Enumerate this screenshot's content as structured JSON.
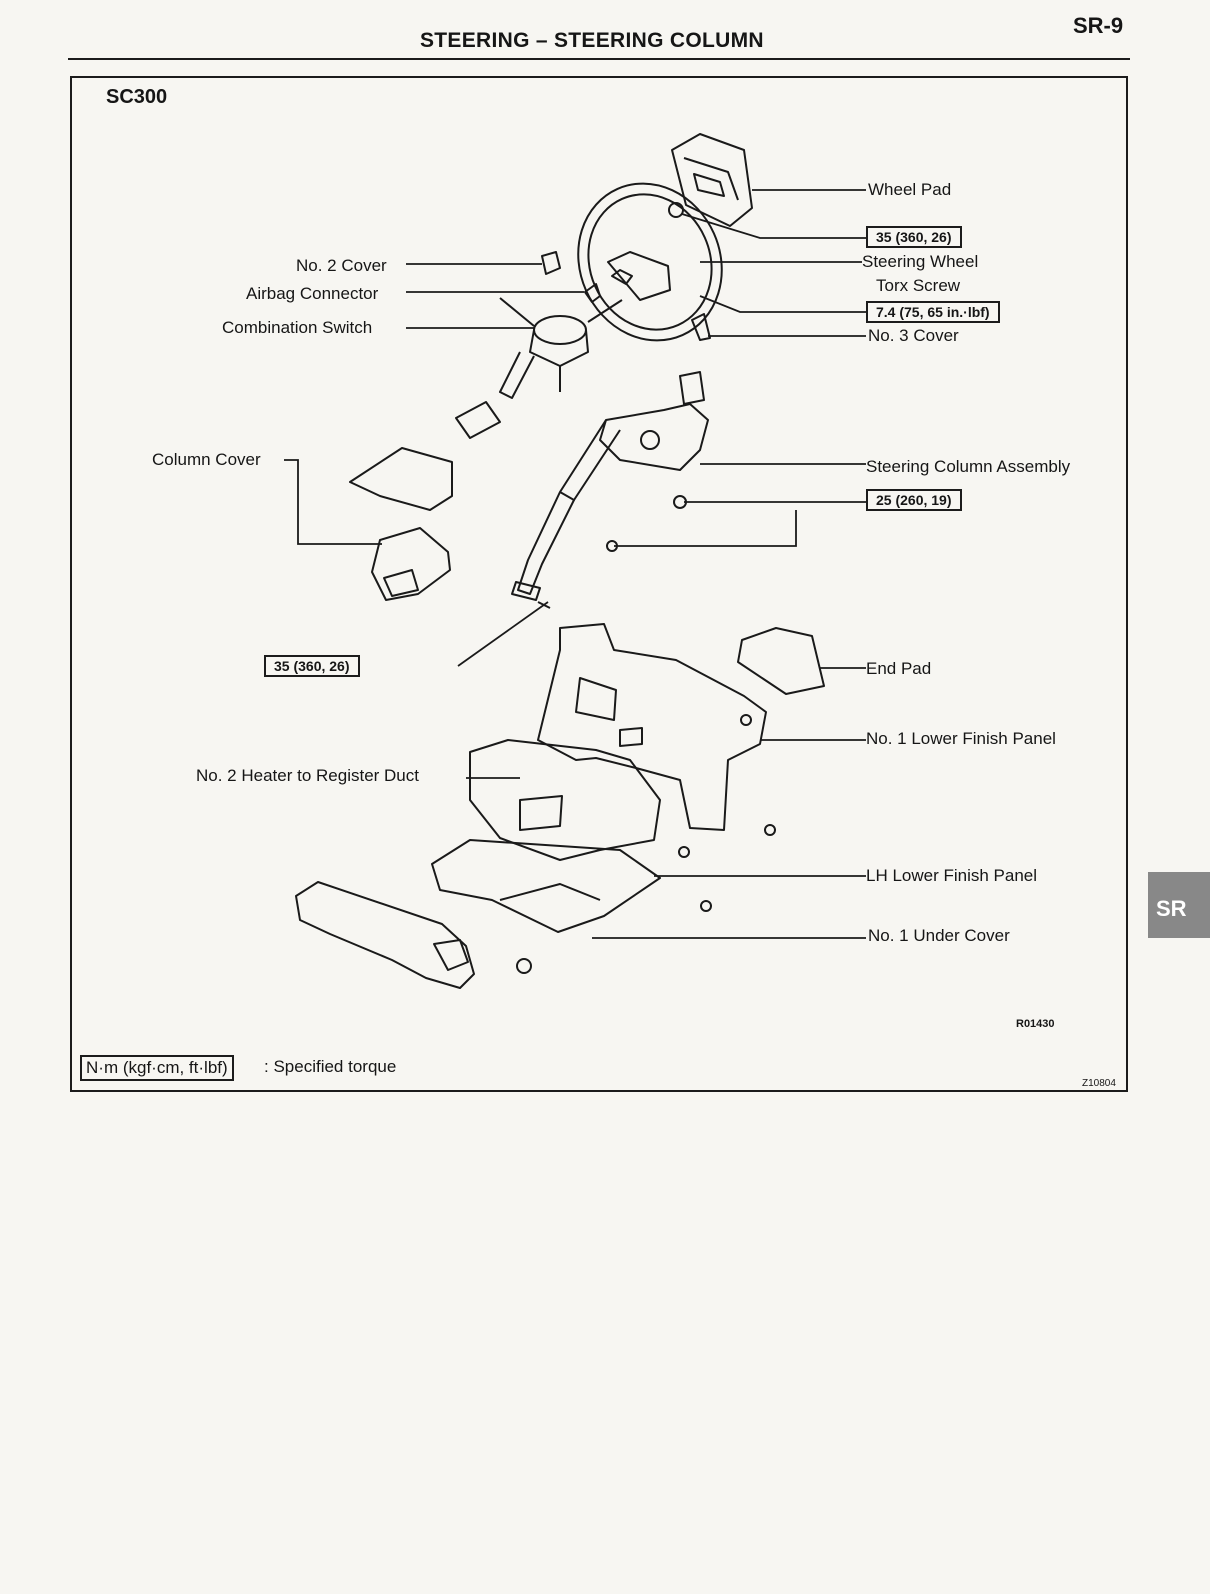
{
  "header": {
    "title": "STEERING – STEERING COLUMN",
    "page": "SR-9"
  },
  "model": "SC300",
  "labels": {
    "wheel_pad": "Wheel Pad",
    "no2_cover": "No. 2 Cover",
    "steering_wheel": "Steering Wheel",
    "torx_screw": "Torx Screw",
    "airbag_connector": "Airbag Connector",
    "combination_switch": "Combination Switch",
    "no3_cover": "No. 3 Cover",
    "column_cover": "Column Cover",
    "steering_column_assembly": "Steering Column Assembly",
    "end_pad": "End Pad",
    "no1_lower_finish_panel": "No. 1 Lower Finish Panel",
    "no2_heater_duct": "No. 2 Heater to Register Duct",
    "lh_lower_finish_panel": "LH Lower Finish Panel",
    "no1_under_cover": "No. 1 Under Cover"
  },
  "torques": {
    "wheel_nut": "35 (360, 26)",
    "torx": "7.4 (75, 65 in.·lbf)",
    "column": "25 (260, 19)",
    "bolt": "35 (360, 26)"
  },
  "legend": {
    "unit": "N·m (kgf·cm, ft·lbf)",
    "text": ": Specified torque"
  },
  "codes": {
    "figure": "R01430",
    "page_code": "Z10804"
  },
  "side_tab": "SR"
}
